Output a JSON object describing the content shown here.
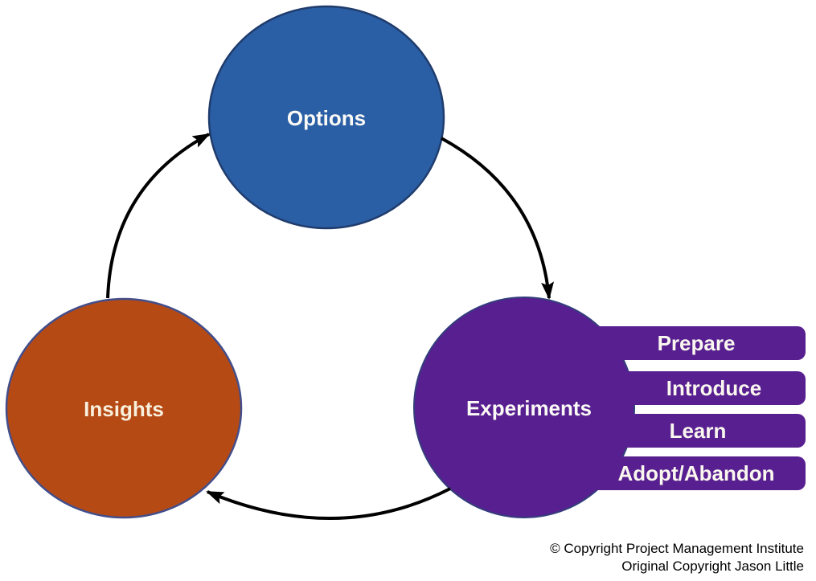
{
  "diagram": {
    "title_semantic": "lean-change-management-cycle",
    "background": "#ffffff",
    "nodes": {
      "options": {
        "label": "Options",
        "fill": "#2b5fa5",
        "stroke": "#1f3c6d",
        "label_color": "#fbfaf6"
      },
      "insights": {
        "label": "Insights",
        "fill": "#b64a15",
        "stroke": "#434e8a",
        "label_color": "#f8f0dd"
      },
      "experiments": {
        "label": "Experiments",
        "fill": "#581f90",
        "stroke": "#333d7c",
        "label_color": "#fbfaf6"
      }
    },
    "steps": [
      {
        "label": "Prepare"
      },
      {
        "label": "Introduce"
      },
      {
        "label": "Learn"
      },
      {
        "label": "Adopt/Abandon"
      }
    ],
    "step_fill": "#581f90",
    "step_label_color": "#faf7ef",
    "arrow_color": "#000000",
    "footer": {
      "line1": "© Copyright Project Management Institute",
      "line2": "Original Copyright Jason Little",
      "color": "#000000"
    }
  }
}
